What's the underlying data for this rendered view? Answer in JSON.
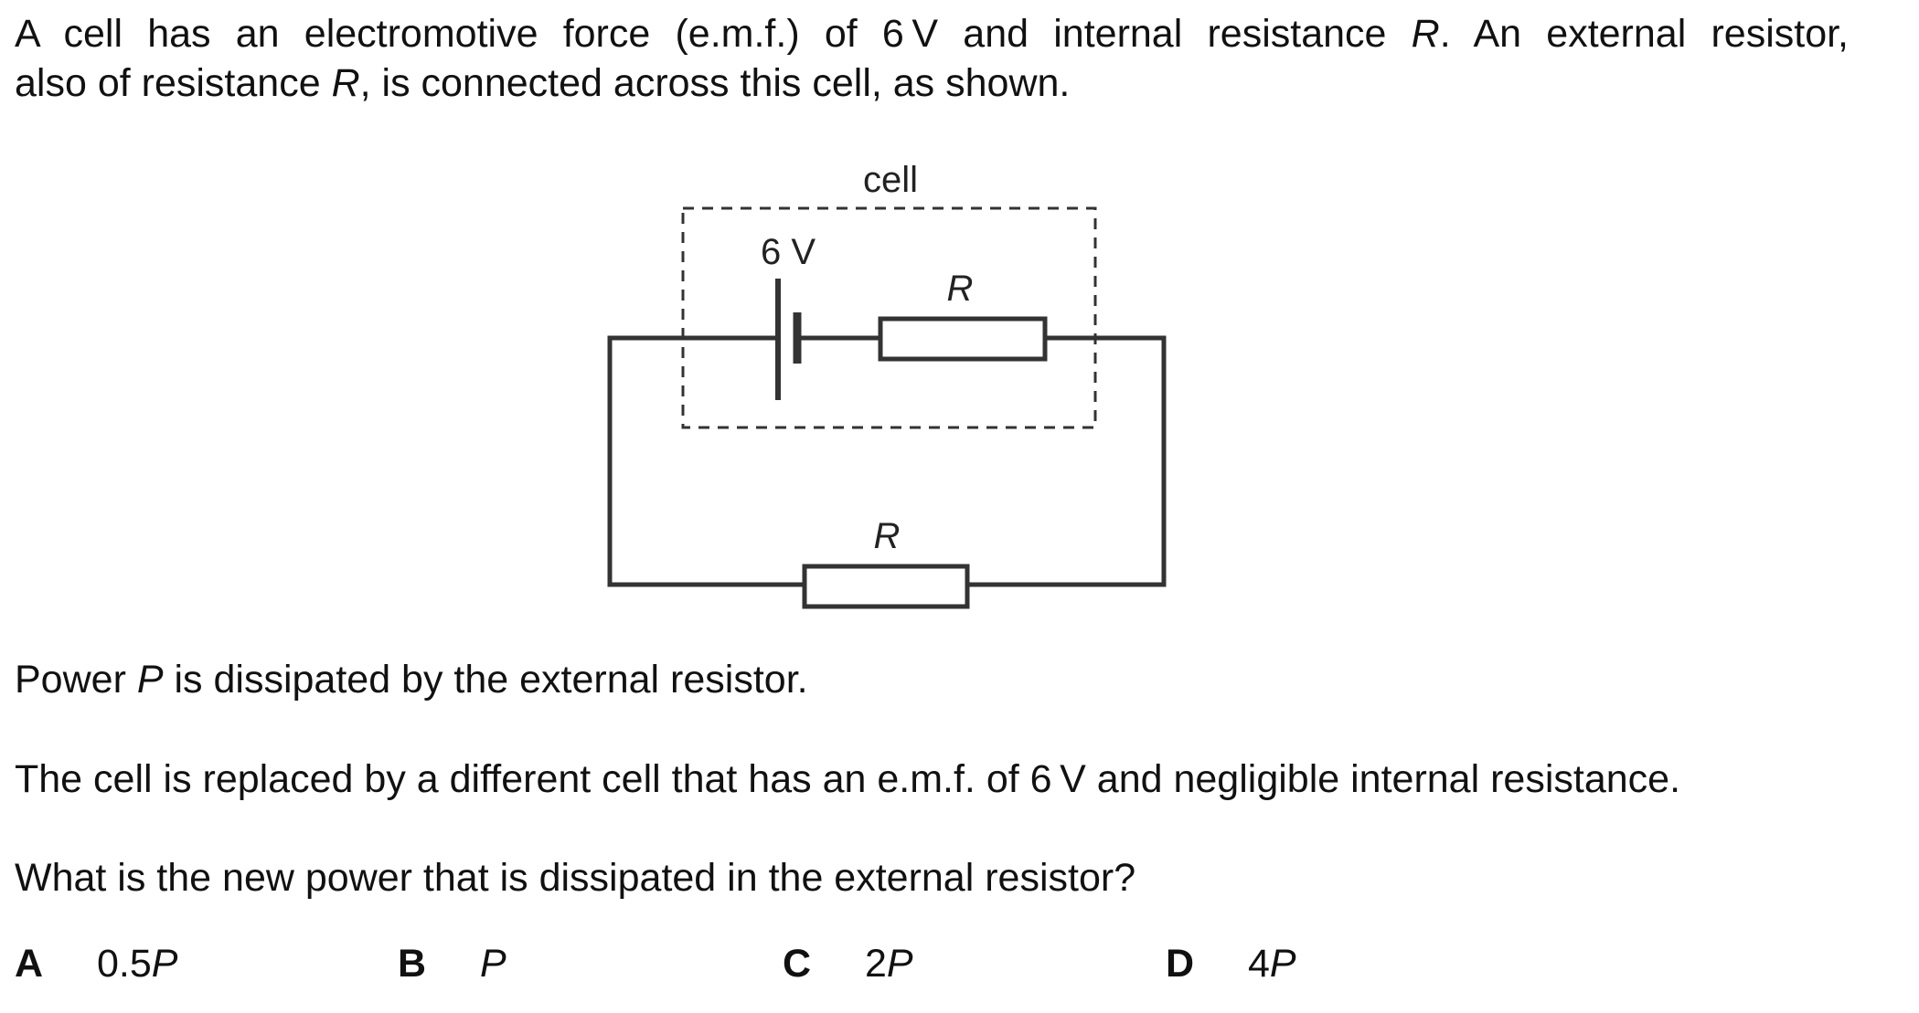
{
  "question": {
    "intro_line1": [
      "A cell has an electromotive force (e.m.f.) of 6 V and internal resistance ",
      "R",
      ". An external resistor,"
    ],
    "intro_line2": [
      "also of resistance ",
      "R",
      ", is connected across this cell, as shown."
    ],
    "power_statement": [
      "Power ",
      "P",
      " is dissipated by the external resistor."
    ],
    "replacement_statement": "The cell is replaced by a different cell that has an e.m.f. of 6 V and negligible internal resistance.",
    "prompt": "What is the new power that is dissipated in the external resistor?"
  },
  "diagram": {
    "cell_label": "cell",
    "emf_label": "6 V",
    "internal_resistor_label": "R",
    "external_resistor_label": "R"
  },
  "options": [
    {
      "letter": "A",
      "value": "0.5",
      "symbol": "P"
    },
    {
      "letter": "B",
      "value": "",
      "symbol": "P"
    },
    {
      "letter": "C",
      "value": "2",
      "symbol": "P"
    },
    {
      "letter": "D",
      "value": "4",
      "symbol": "P"
    }
  ]
}
